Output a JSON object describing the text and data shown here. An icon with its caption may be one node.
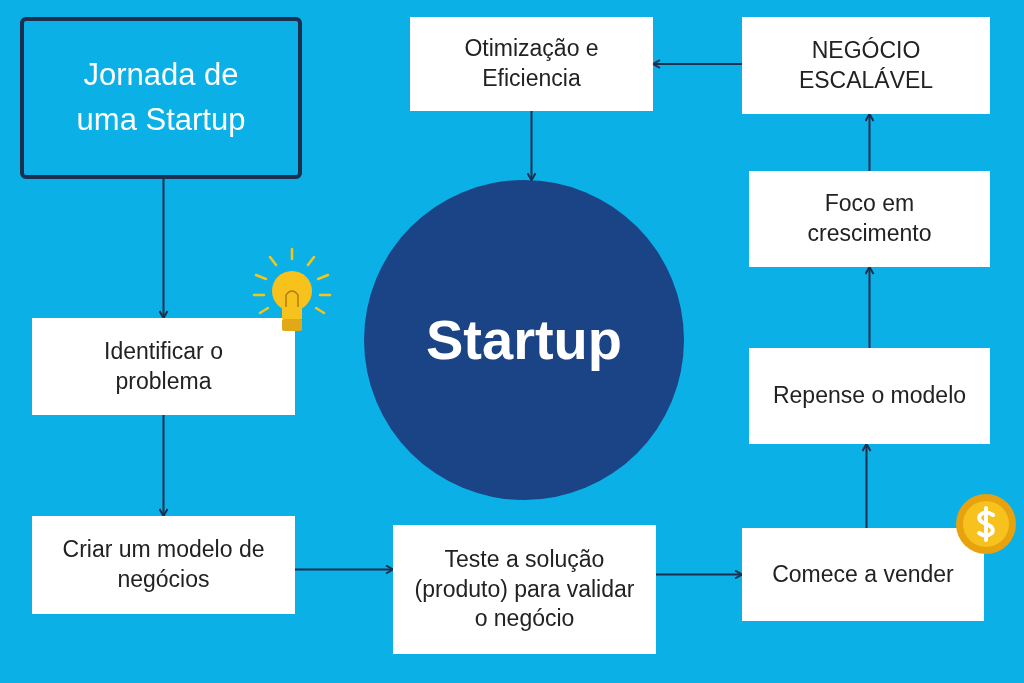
{
  "diagram": {
    "nodes": [
      {
        "text": [
          "Jornada de uma Startup"
        ]
      },
      {
        "text": [
          "Identificar o problema"
        ]
      },
      {
        "text": [
          "Criar um modelo de negócios"
        ]
      },
      {
        "text": [
          "Teste a solução (produto) para validar o negócio"
        ]
      },
      {
        "text": [
          "Comece a vender"
        ]
      },
      {
        "text": [
          "Repense o modelo"
        ]
      },
      {
        "text": [
          "Foco em crescimento"
        ]
      },
      {
        "text": [
          "NEGÓCIO ESCALÁVEL"
        ]
      },
      {
        "text": [
          "Otimização e Eficiencia"
        ]
      },
      {
        "text": [
          "Startup"
        ]
      }
    ],
    "edges": [
      {
        "from": 0,
        "to": 1,
        "arrow": "to"
      },
      {
        "from": 1,
        "to": 2,
        "arrow": "to"
      },
      {
        "from": 2,
        "to": 3,
        "arrow": "to"
      },
      {
        "from": 3,
        "to": 4,
        "arrow": "to"
      },
      {
        "from": 4,
        "to": 5,
        "arrow": "to"
      },
      {
        "from": 5,
        "to": 6,
        "arrow": "to"
      },
      {
        "from": 6,
        "to": 7,
        "arrow": "to"
      },
      {
        "from": 7,
        "to": 8,
        "arrow": "to"
      },
      {
        "from": 8,
        "to": 9,
        "arrow": "to"
      }
    ]
  }
}
